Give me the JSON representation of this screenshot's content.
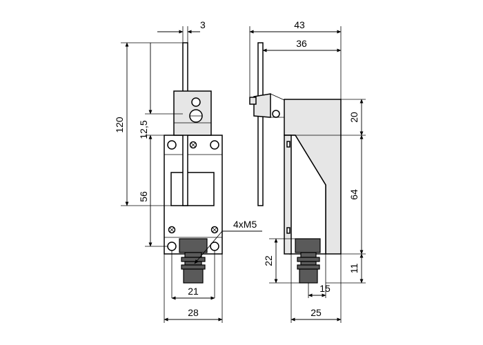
{
  "colors": {
    "body_fill": "#e6e6e6",
    "plunger_fill": "#5a5a5a",
    "line": "#000000"
  },
  "front_view": {
    "dim_rod_width": "3",
    "dim_total_height": "120",
    "dim_clamp_offset": "12,5",
    "dim_lower_length": "56",
    "dim_screws": "4xM5",
    "dim_inner_width": "21",
    "dim_body_width": "28"
  },
  "side_view": {
    "dim_total_width": "43",
    "dim_lever_reach": "36",
    "dim_head_height": "20",
    "dim_body_height": "64",
    "dim_plunger_height": "22",
    "dim_base_height": "11",
    "dim_plunger_offset": "15",
    "dim_side_depth": "25"
  }
}
